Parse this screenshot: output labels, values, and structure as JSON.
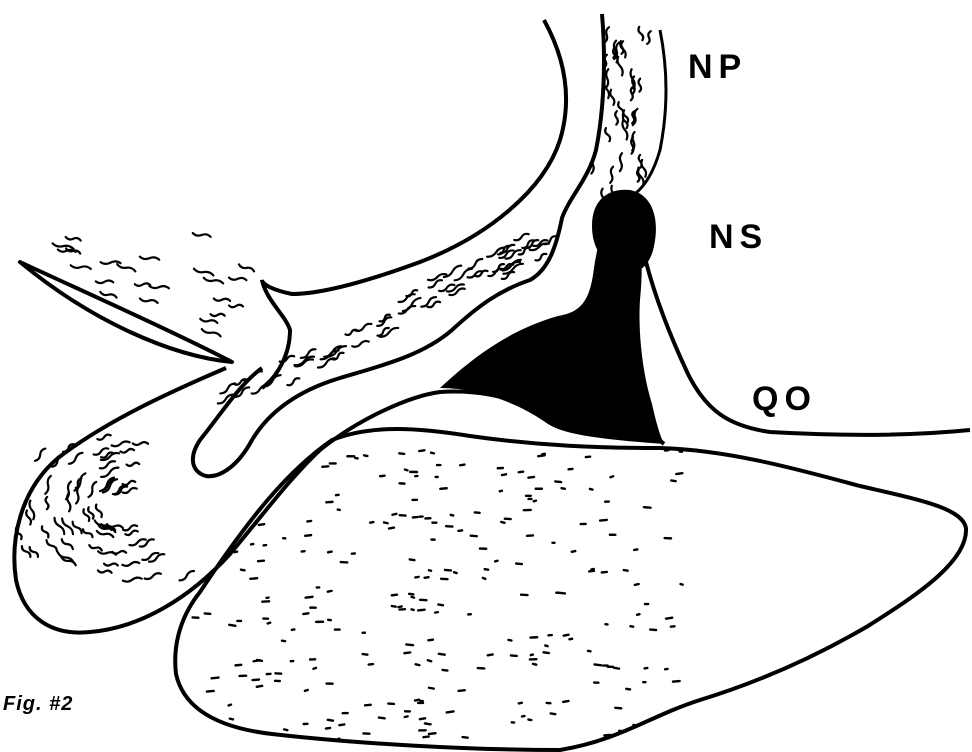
{
  "labels": {
    "np": "NP",
    "ns": "NS",
    "qo": "QO",
    "figure": "Fig. #2"
  },
  "colors": {
    "ink": "#000000",
    "paper": "#ffffff"
  }
}
